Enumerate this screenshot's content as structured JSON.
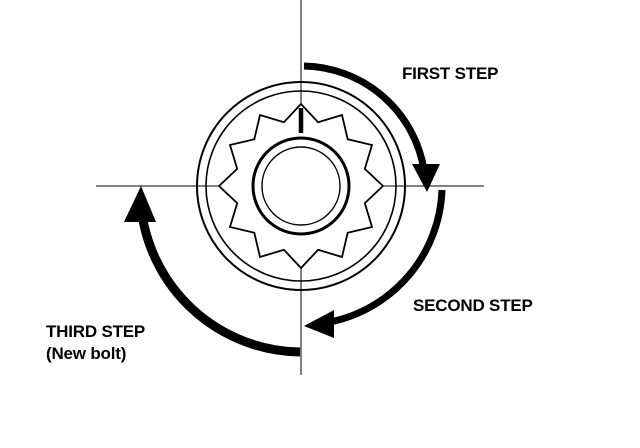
{
  "labels": {
    "first_step": "FIRST STEP",
    "second_step": "SECOND STEP",
    "third_step": "THIRD STEP",
    "third_step_note": "(New bolt)"
  },
  "colors": {
    "ink": "#000000",
    "background": "#ffffff"
  },
  "icons": {
    "bolt_head": "twelve-point-bolt-head-icon",
    "rotation_arrow": "curved-arrow-icon"
  }
}
